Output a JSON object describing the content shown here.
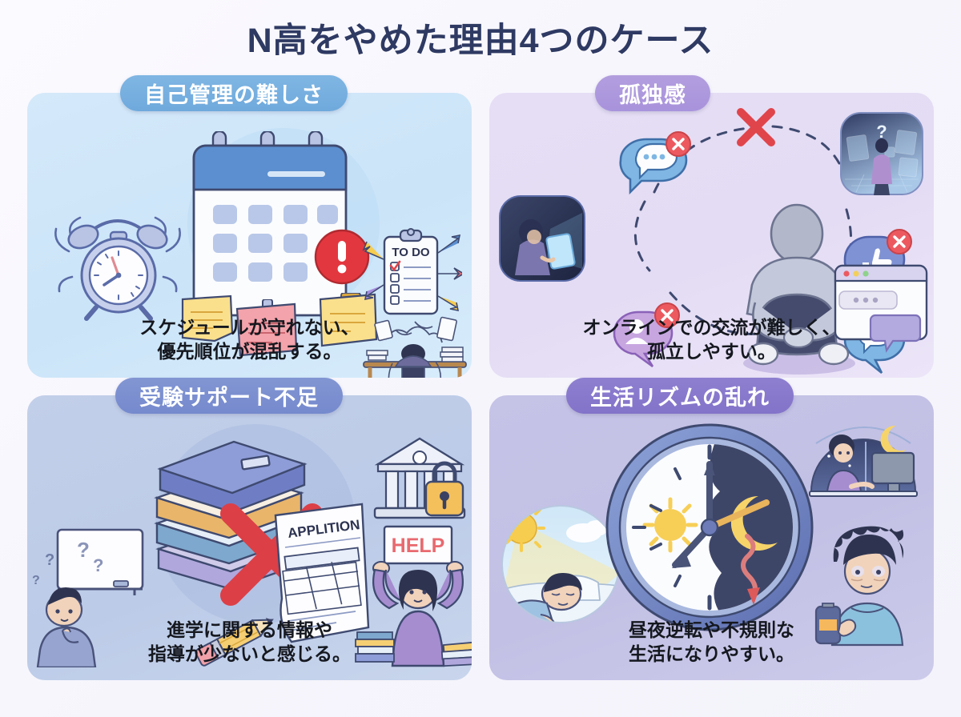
{
  "header": {
    "title": "N高をやめた理由4つのケース"
  },
  "theme": {
    "page_bg": "#f7f6fd",
    "title_color": "#2f3a63",
    "caption_color": "#15181f",
    "panel1_bg": "#cbe4f8",
    "panel2_bg": "#e4dcf4",
    "panel3_bg": "#bccbe8",
    "panel4_bg": "#c2c0e4",
    "pill1_bg": "#6fa9dc",
    "pill2_bg": "#a893dc",
    "pill3_bg": "#7589cd",
    "pill4_bg": "#8373c9",
    "alert_red": "#e3373f",
    "cross_red": "#e0454c",
    "sticky_yellow": "#fae08d",
    "sticky_pink": "#f3a3ab",
    "moon_yellow": "#f6d469",
    "sun_yellow": "#f7cd4f"
  },
  "panels": [
    {
      "id": "self-management",
      "badge": "自己管理の難しさ",
      "caption_line1": "スケジュールが守れない、",
      "caption_line2": "優先順位が混乱する。",
      "art_items": [
        {
          "name": "alarm-clock-ringing-illustration",
          "label": ""
        },
        {
          "name": "calendar-with-sticky-notes-illustration",
          "label": ""
        },
        {
          "name": "alert-exclamation-badge-icon",
          "label": "!"
        },
        {
          "name": "todo-clipboard-illustration",
          "label": "TO DO"
        },
        {
          "name": "overwhelmed-student-at-desk-illustration",
          "label": ""
        }
      ]
    },
    {
      "id": "loneliness",
      "badge": "孤独感",
      "caption_line1": "オンラインでの交流が難しく、",
      "caption_line2": "孤立しやすい。",
      "art_items": [
        {
          "name": "student-with-tablet-in-dark-tile-illustration",
          "label": ""
        },
        {
          "name": "chat-bubble-blocked-icon",
          "label": ""
        },
        {
          "name": "profile-bubble-blocked-icon",
          "label": ""
        },
        {
          "name": "thumbs-up-bubble-blocked-icon",
          "label": ""
        },
        {
          "name": "speech-bubble-blocked-icon",
          "label": ""
        },
        {
          "name": "broken-connection-cross-icon",
          "label": ""
        },
        {
          "name": "isolated-figure-hugging-knees-illustration",
          "label": ""
        },
        {
          "name": "virtual-space-question-tile-illustration",
          "label": "?"
        },
        {
          "name": "empty-chat-window-illustration",
          "label": ""
        }
      ]
    },
    {
      "id": "exam-support",
      "badge": "受験サポート不足",
      "caption_line1": "進学に関する情報や",
      "caption_line2": "指導が少ないと感じる。",
      "art_items": [
        {
          "name": "confused-student-at-whiteboard-illustration",
          "label": "?"
        },
        {
          "name": "stacked-textbooks-illustration",
          "label": ""
        },
        {
          "name": "red-cross-mark-icon",
          "label": ""
        },
        {
          "name": "application-form-illustration",
          "label": "APPLITION"
        },
        {
          "name": "pencil-illustration",
          "label": ""
        },
        {
          "name": "locked-university-building-illustration",
          "label": ""
        },
        {
          "name": "student-holding-help-sign-illustration",
          "label": "HELP"
        }
      ]
    },
    {
      "id": "life-rhythm",
      "badge": "生活リズムの乱れ",
      "caption_line1": "昼夜逆転や不規則な",
      "caption_line2": "生活になりやすい。",
      "art_items": [
        {
          "name": "sleeping-in-daylight-illustration",
          "label": ""
        },
        {
          "name": "day-night-split-clock-illustration",
          "label": ""
        },
        {
          "name": "late-night-computer-user-illustration",
          "label": ""
        },
        {
          "name": "exhausted-student-with-energy-drink-illustration",
          "label": ""
        }
      ]
    }
  ]
}
